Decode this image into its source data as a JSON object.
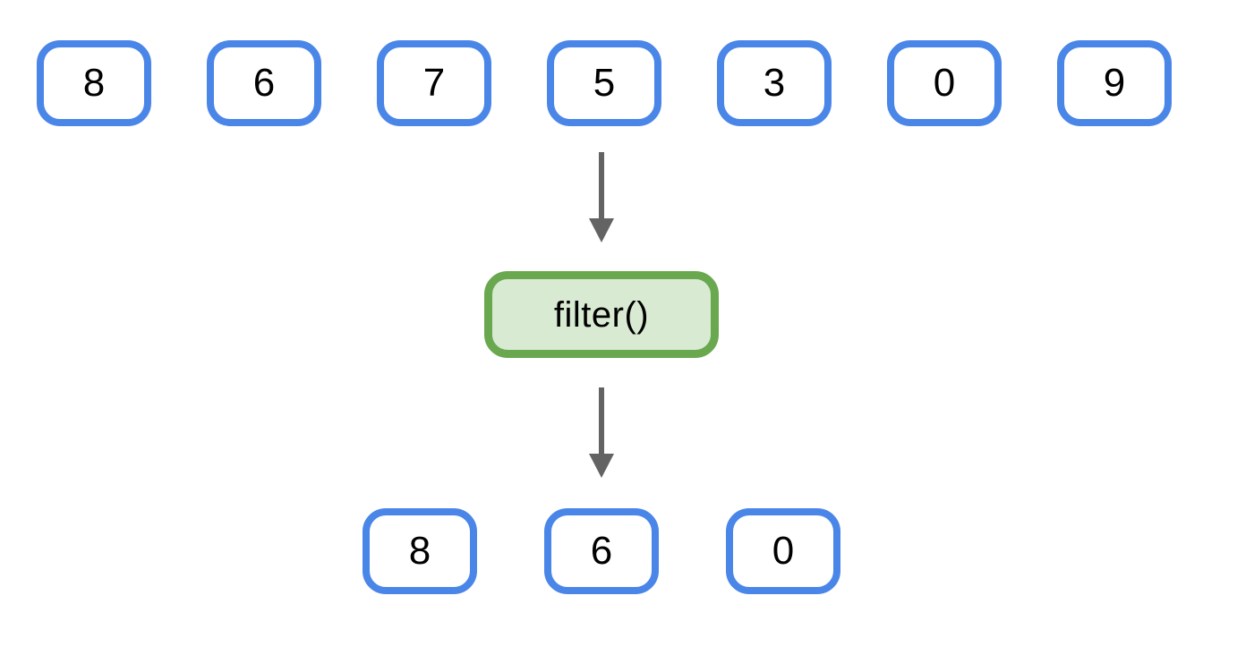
{
  "diagram": {
    "title": "filter-function-diagram",
    "function_label": "filter()",
    "input_values": [
      "8",
      "6",
      "7",
      "5",
      "3",
      "0",
      "9"
    ],
    "output_values": [
      "8",
      "6",
      "0"
    ],
    "arrow_icon": "arrow-down",
    "colors": {
      "box_border": "#4a86e8",
      "box_fill": "#ffffff",
      "function_border": "#6aa84f",
      "function_fill": "#d9ead3",
      "arrow": "#636363",
      "text": "#000000"
    }
  }
}
